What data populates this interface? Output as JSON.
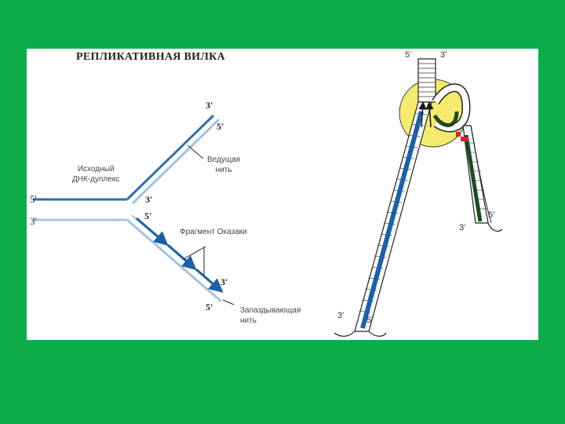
{
  "title": "РЕПЛИКАТИВНАЯ  ВИЛКА",
  "labels": {
    "parent_duplex_line1": "Исходный",
    "parent_duplex_line2": "ДНК-дуплекс",
    "leading_line1": "Ведущая",
    "leading_line2": "нить",
    "okazaki": "Фрагмент Оказаки",
    "lagging_line1": "Запаздывающая",
    "lagging_line2": "нить"
  },
  "ends": {
    "five_prime": "5'",
    "three_prime": "3'"
  },
  "colors": {
    "background": "#0aad4a",
    "panel": "#ffffff",
    "strand_dark": "#2f6db3",
    "strand_light": "#9fc4e6",
    "new_strand_blue": "#1d5fa8",
    "new_strand_green": "#1e4a22",
    "helicase": "#f3ea6e",
    "primer": "#d91e2e"
  },
  "icons": [
    "arrow-icon"
  ]
}
